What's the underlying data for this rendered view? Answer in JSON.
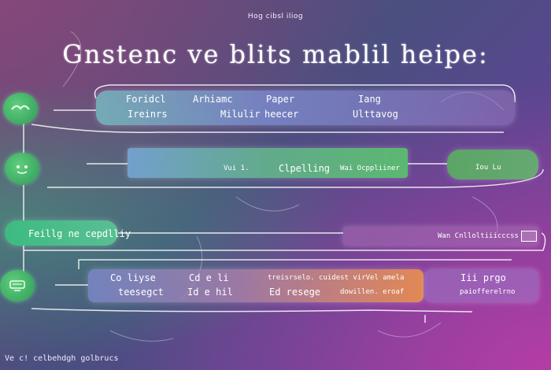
{
  "header": {
    "micro_title": "Hog cibsl iliog",
    "main_title": "Gnstenc ve blits mablil heipe:"
  },
  "row1": {
    "top": [
      "Foridcl",
      "Arhiamc",
      "Paper",
      "Iang"
    ],
    "bottom": [
      "Ireinrs",
      "Milulir",
      "heecer",
      "Ulttavog"
    ]
  },
  "row2": {
    "labels": [
      "Vui 1.",
      "Clpelling",
      "Wai Ocppliiner"
    ],
    "side_label": "Iou Lu"
  },
  "row3": {
    "pill": "Feillg ne cepdlliy",
    "side_label": "Wan Cnlloltiiicccss"
  },
  "row4": {
    "top": [
      "Co liyse",
      "Cd e li",
      "treisrselo. cuidest virVel amela",
      "Iii prgo"
    ],
    "bottom": [
      "teesegct",
      "Id e hil",
      "Ed resege",
      "dowillen. eroaf",
      "paiofferelrno"
    ]
  },
  "footer": {
    "text": "Ve c! celbehdgh golbrucs"
  },
  "colors": {
    "node": "#3faf66",
    "accent_orange": "#e88a4a",
    "bg_purple": "#5a4690"
  },
  "icons": [
    "bird-icon",
    "face-icon",
    "monitor-icon"
  ]
}
